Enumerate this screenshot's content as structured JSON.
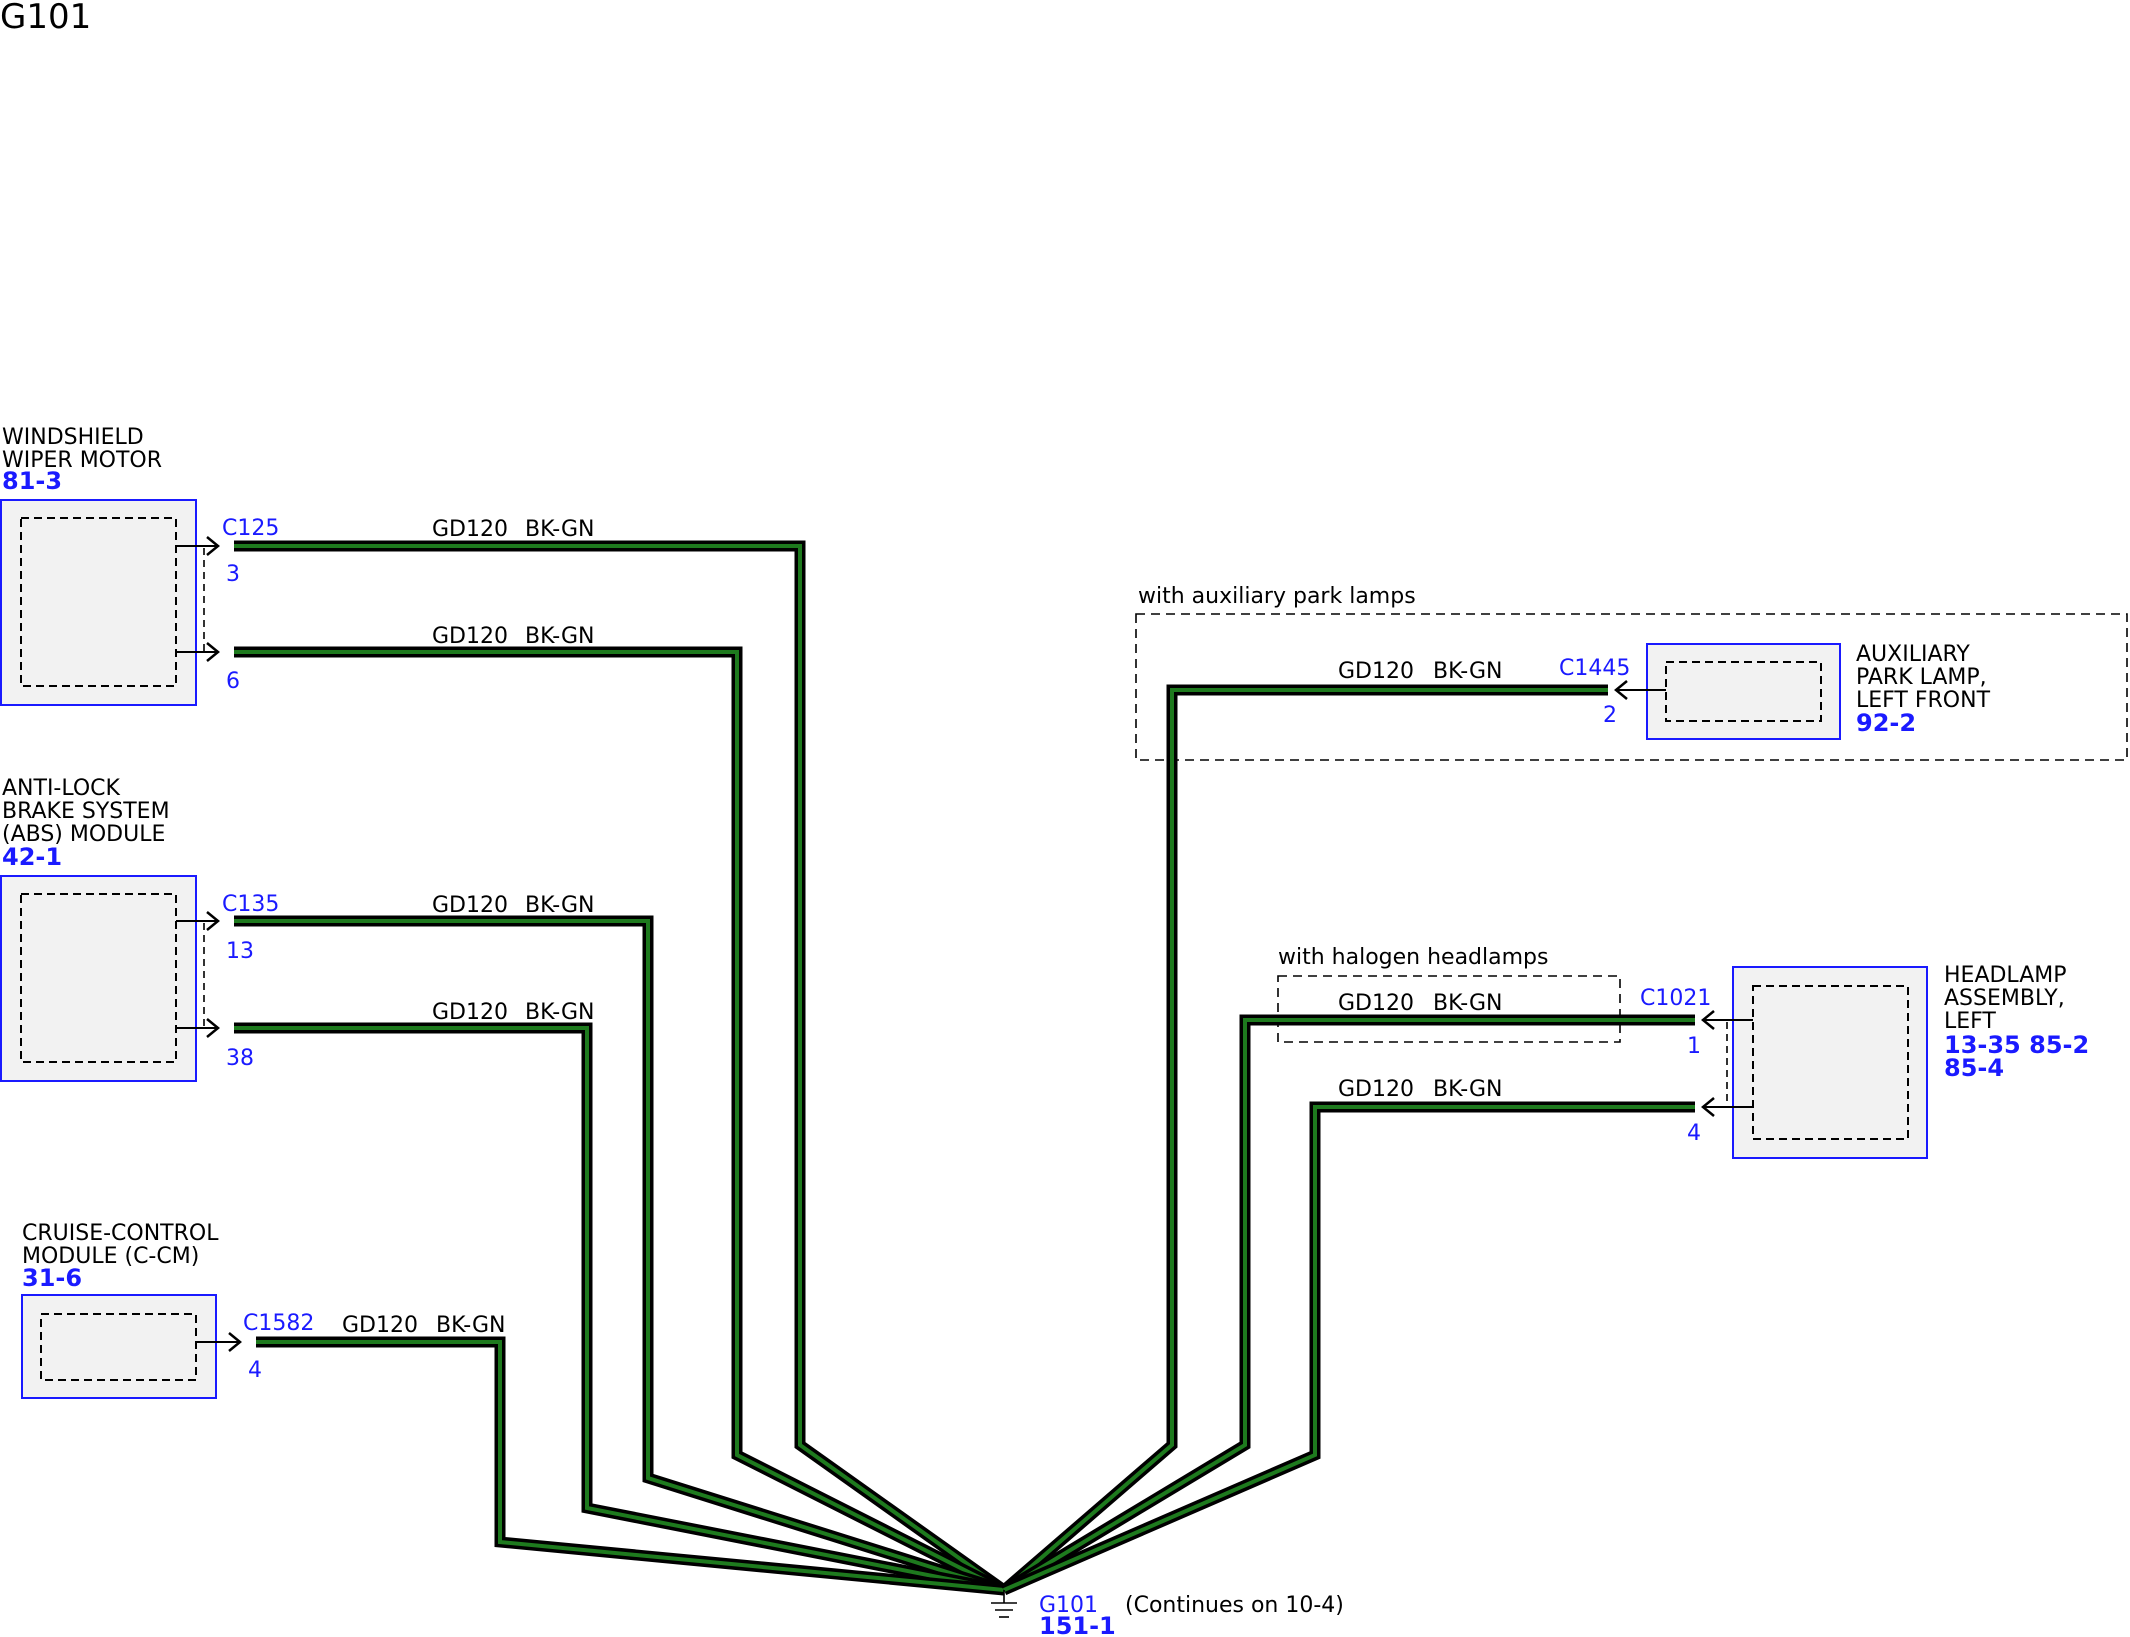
{
  "page_title": "G101",
  "colors": {
    "wire_outer": "#000000",
    "wire_inner": "#1e7a1e",
    "component_border": "#1a1aff",
    "component_fill": "#f2f2f2",
    "link_text": "#1a1aff"
  },
  "components": {
    "wiper_motor": {
      "name_lines": [
        "WINDSHIELD",
        "WIPER MOTOR"
      ],
      "refs": "81-3"
    },
    "abs_module": {
      "name_lines": [
        "ANTI-LOCK",
        "BRAKE SYSTEM",
        "(ABS) MODULE"
      ],
      "refs": "42-1"
    },
    "cruise_module": {
      "name_lines": [
        "CRUISE-CONTROL",
        "MODULE (C-CM)"
      ],
      "refs": "31-6"
    },
    "aux_park_lamp": {
      "name_lines": [
        "AUXILIARY",
        "PARK LAMP,",
        "LEFT FRONT"
      ],
      "refs": "92-2"
    },
    "headlamp": {
      "name_lines": [
        "HEADLAMP",
        "ASSEMBLY,",
        "LEFT"
      ],
      "refs_line1": "13-35 85-2",
      "refs_line2": "85-4"
    }
  },
  "connectors": {
    "c125": {
      "id": "C125",
      "pins": [
        "3",
        "6"
      ]
    },
    "c135": {
      "id": "C135",
      "pins": [
        "13",
        "38"
      ]
    },
    "c1582": {
      "id": "C1582",
      "pins": [
        "4"
      ]
    },
    "c1445": {
      "id": "C1445",
      "pins": [
        "2"
      ]
    },
    "c1021": {
      "id": "C1021",
      "pins": [
        "1",
        "4"
      ]
    }
  },
  "wire": {
    "circuit": "GD120",
    "color": "BK-GN"
  },
  "options": {
    "aux_park": "with auxiliary park lamps",
    "halogen": "with halogen headlamps"
  },
  "ground": {
    "id": "G101",
    "ref": "151-1",
    "continues": "(Continues on 10-4)"
  }
}
